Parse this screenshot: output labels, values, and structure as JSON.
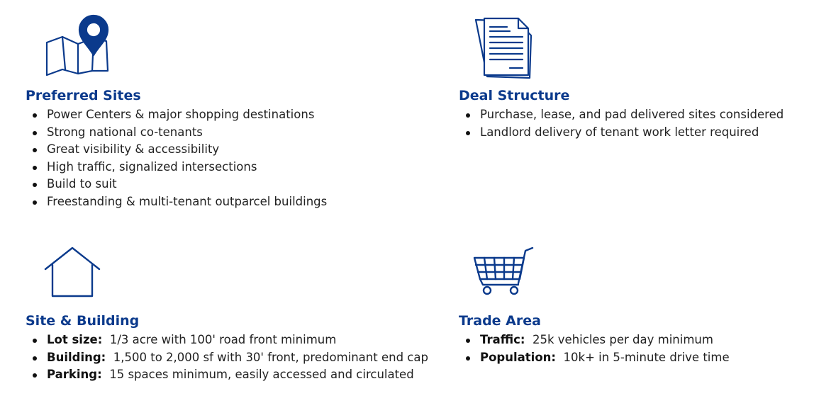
{
  "colors": {
    "heading": "#0b3a8c",
    "icon_stroke": "#0b3a8c",
    "text": "#222222"
  },
  "preferred_sites": {
    "icon": "map-pin-icon",
    "title": "Preferred Sites",
    "items": [
      "Power Centers & major shopping destinations",
      "Strong national co-tenants",
      "Great visibility & accessibility",
      "High traffic, signalized intersections",
      "Build to suit",
      "Freestanding & multi-tenant outparcel buildings"
    ]
  },
  "deal_structure": {
    "icon": "document-icon",
    "title": "Deal Structure",
    "items": [
      "Purchase, lease, and pad delivered sites considered",
      "Landlord delivery of tenant work letter required"
    ]
  },
  "site_building": {
    "icon": "house-icon",
    "title": "Site & Building",
    "items": [
      {
        "term": "Lot size:",
        "desc": "1/3 acre with 100' road front minimum"
      },
      {
        "term": "Building:",
        "desc": "1,500 to 2,000 sf with 30' front, predominant end cap"
      },
      {
        "term": "Parking:",
        "desc": "15 spaces minimum, easily accessed and circulated"
      }
    ]
  },
  "trade_area": {
    "icon": "shopping-cart-icon",
    "title": "Trade Area",
    "items": [
      {
        "term": "Traffic:",
        "desc": "25k vehicles per day minimum"
      },
      {
        "term": "Population:",
        "desc": "10k+ in 5-minute drive time"
      }
    ]
  }
}
